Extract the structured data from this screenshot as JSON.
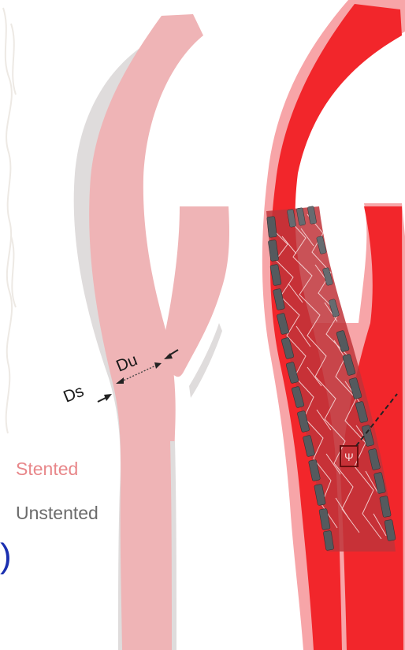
{
  "labels": {
    "ds": "Ds",
    "du": "Du",
    "stented": "Stented",
    "unstented": "Unstented",
    "paren": ")"
  },
  "colors": {
    "unstented_vessel": "#dfdcdc",
    "stented_vessel": "#efb4b6",
    "vessel_outline_pink": "#f7a5a8",
    "lumen_red": "#f2262b",
    "stent_strut": "#555a5e",
    "stent_mesh": "#f7d9d9",
    "stented_text": "#e8878a",
    "unstented_text": "#6b6b6b",
    "paren_blue": "#1a2fb0",
    "marker_box": "#6b0f10"
  }
}
